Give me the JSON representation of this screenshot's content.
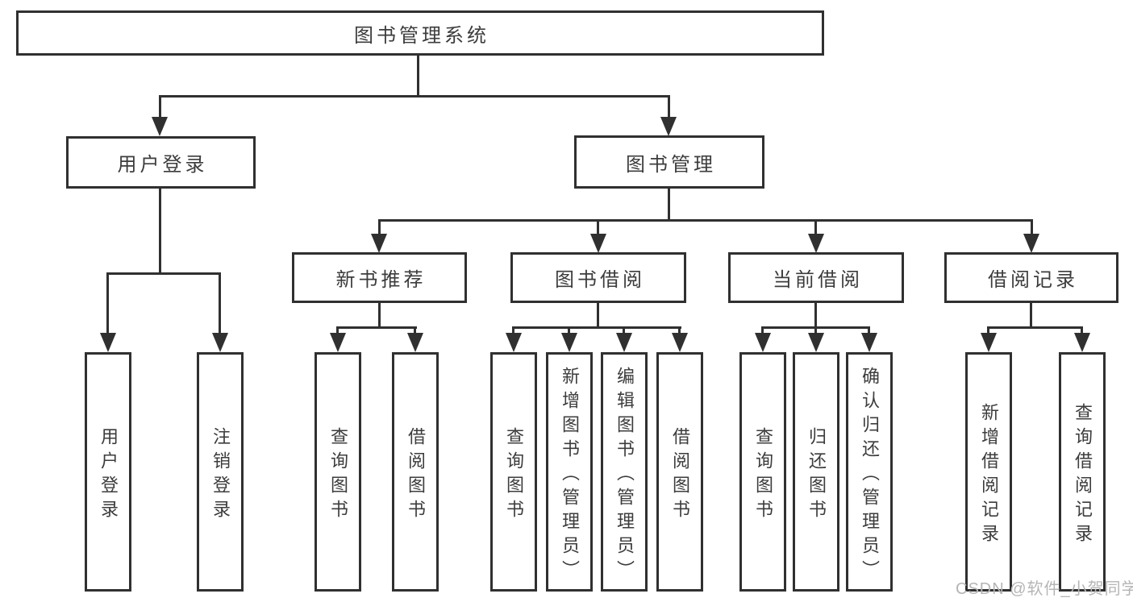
{
  "diagram": {
    "root": {
      "label": "图书管理系统",
      "children": [
        {
          "label": "用户登录",
          "children": [
            {
              "label": "用户登录"
            },
            {
              "label": "注销登录"
            }
          ]
        },
        {
          "label": "图书管理",
          "children": [
            {
              "label": "新书推荐",
              "children": [
                {
                  "label": "查询图书"
                },
                {
                  "label": "借阅图书"
                }
              ]
            },
            {
              "label": "图书借阅",
              "children": [
                {
                  "label": "查询图书"
                },
                {
                  "label": "新增图书（管理员）"
                },
                {
                  "label": "编辑图书（管理员）"
                },
                {
                  "label": "借阅图书"
                }
              ]
            },
            {
              "label": "当前借阅",
              "children": [
                {
                  "label": "查询图书"
                },
                {
                  "label": "归还图书"
                },
                {
                  "label": "确认归还（管理员）"
                }
              ]
            },
            {
              "label": "借阅记录",
              "children": [
                {
                  "label": "新增借阅记录"
                },
                {
                  "label": "查询借阅记录"
                }
              ]
            }
          ]
        }
      ]
    }
  },
  "watermark": {
    "text": "CSDN @软件_小贺同学"
  },
  "colors": {
    "line": "#303030",
    "text": "#3c3c3c",
    "watermark": "#b5b5b5",
    "background": "#ffffff"
  }
}
